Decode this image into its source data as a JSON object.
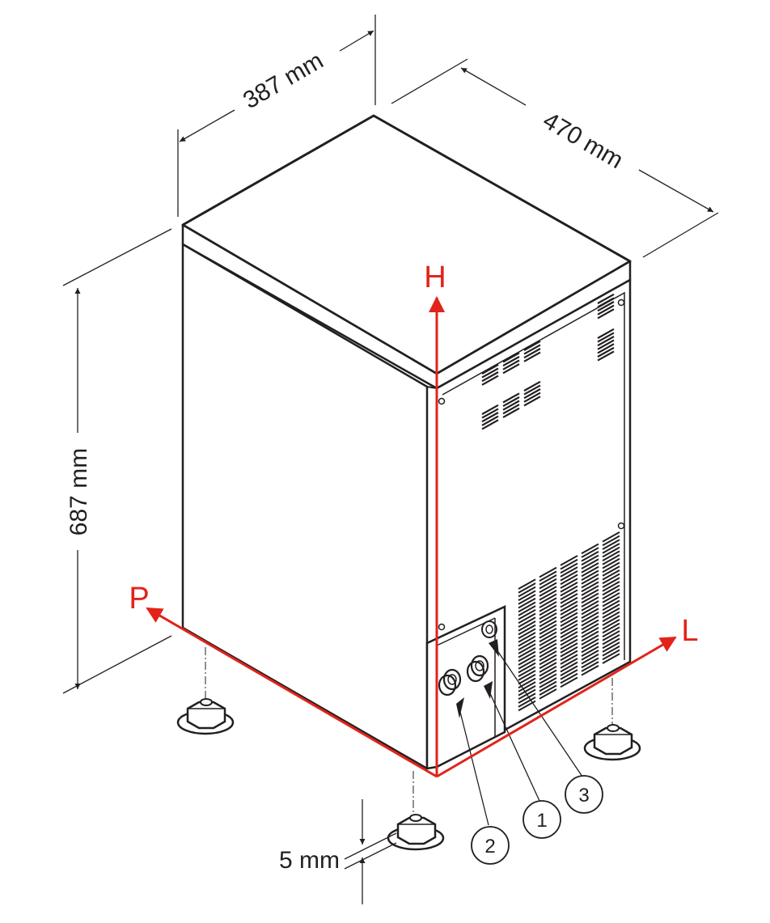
{
  "dimensions": {
    "depth": "387 mm",
    "width": "470 mm",
    "height": "687 mm",
    "foot_gap": "5 mm"
  },
  "axes": {
    "height": "H",
    "depth": "P",
    "width": "L"
  },
  "callouts": [
    "1",
    "2",
    "3"
  ],
  "colors": {
    "outline": "#231f20",
    "axis": "#e2231a",
    "background": "#ffffff"
  }
}
